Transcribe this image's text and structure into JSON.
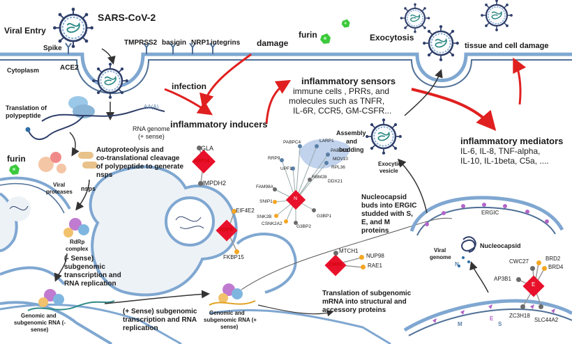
{
  "title": "SARS-CoV-2",
  "top": {
    "viral_entry": "Viral Entry",
    "spike": "Spike",
    "cytoplasm": "Cytoplasm",
    "ace2": "ACE2",
    "receptors": [
      "TMPRSS2",
      "basigin",
      "NRP1",
      "integrins"
    ],
    "damage": "damage",
    "furin": "furin",
    "exocytosis": "Exocytosis",
    "tissue_damage": "tissue and cell damage",
    "infection": "infection"
  },
  "inflammation": {
    "inducers": "inflammatory inducers",
    "sensors_title": "inflammatory sensors",
    "sensors_lines": [
      "immune cells , PRRs, and",
      "molecules such as TNFR,",
      "IL-6R,  CCR5, GM-CSFR..."
    ],
    "mediators_title": "inflammatory mediators",
    "mediators_lines": [
      "IL-6, IL-8, TNF-alpha,",
      "IL-10, IL-1beta, C5a, ...."
    ]
  },
  "lifecycle": {
    "translation_polypeptide": [
      "Translation of",
      "polypeptide"
    ],
    "polya": "AA(A)",
    "rna_genome": [
      "RNA genome",
      "(+ sense)"
    ],
    "autoproteolysis": [
      "Autoproteolysis and",
      "co-translational cleavage",
      "of polypeptide to generate",
      "nsps"
    ],
    "furin_left": "furin",
    "viral_proteases": [
      "Viral",
      "proteases"
    ],
    "nsps": "nsps",
    "rdrp": [
      "RdRp",
      "complex"
    ],
    "neg_sense_replication": [
      "(- Sense)",
      "subgenomic",
      "transcription and",
      "RNA replication"
    ],
    "genomic_neg": [
      "Genomic and",
      "subgenomic RNA (-",
      "sense)"
    ],
    "pos_sense_transcription": [
      "(+ Sense) subgenomic",
      "transcription and RNA",
      "replication"
    ],
    "genomic_pos": [
      "Genomic and",
      "subgenomic RNA (+",
      "sense)"
    ],
    "translation_subgenomic": [
      "Translation of subgenomic",
      "mRNA into structural and",
      "accessory proteins"
    ],
    "assembly": [
      "Assembly",
      "and",
      "budding"
    ],
    "exocytic_vesicle": [
      "Exocytic",
      "vesicle"
    ],
    "nucleocapsid_buds": [
      "Nucleocapsid",
      "buds into ERGIC",
      "studded with S,",
      "E, and M",
      "proteins"
    ],
    "ergic": "ERGIC",
    "nucleocapsid": "Nucleocapsid",
    "viral_genome": [
      "Viral",
      "genome"
    ],
    "n_mark": "N",
    "m_mark": "M",
    "e_mark": "E",
    "s_mark": "S"
  },
  "networks": {
    "nsp14": {
      "hub": "NSP14",
      "partners": [
        "GLA",
        "IMPDH2"
      ]
    },
    "nsp8": {
      "hub": "NSP8",
      "partners": [
        "EIF4E2",
        "FKBP15"
      ]
    },
    "n": {
      "hub": "N",
      "partners": [
        "PABPC4",
        "LARP1",
        "RRP9",
        "PABPC1",
        "MOV10",
        "UPF1",
        "RPL36",
        "RBM28",
        "DDX21",
        "FAM98A",
        "SNIP1",
        "SNK2B",
        "CSNK2A2",
        "G3BP2",
        "G3BP1"
      ]
    },
    "orf6": {
      "hub": "ORF6",
      "partners": [
        "MTCH1",
        "NUP98",
        "RAE1"
      ]
    },
    "e": {
      "hub": "E",
      "partners": [
        "CWC27",
        "BRD2",
        "BRD4",
        "AP3B1",
        "ZC3H18",
        "SLC44A2"
      ]
    }
  },
  "colors": {
    "membrane": "#7fa7d1",
    "membrane_dark": "#4f6f96",
    "cell_fill": "#edf2f7",
    "arrow_red": "#e02020",
    "hub_red": "#e8102a",
    "node_orange": "#f5a623",
    "node_gray": "#6b6b6b",
    "node_blue": "#5a7fa6",
    "network_fill": "#b9cdea",
    "furin_green": "#3cc93c",
    "virus_teal": "#2e8a86"
  }
}
